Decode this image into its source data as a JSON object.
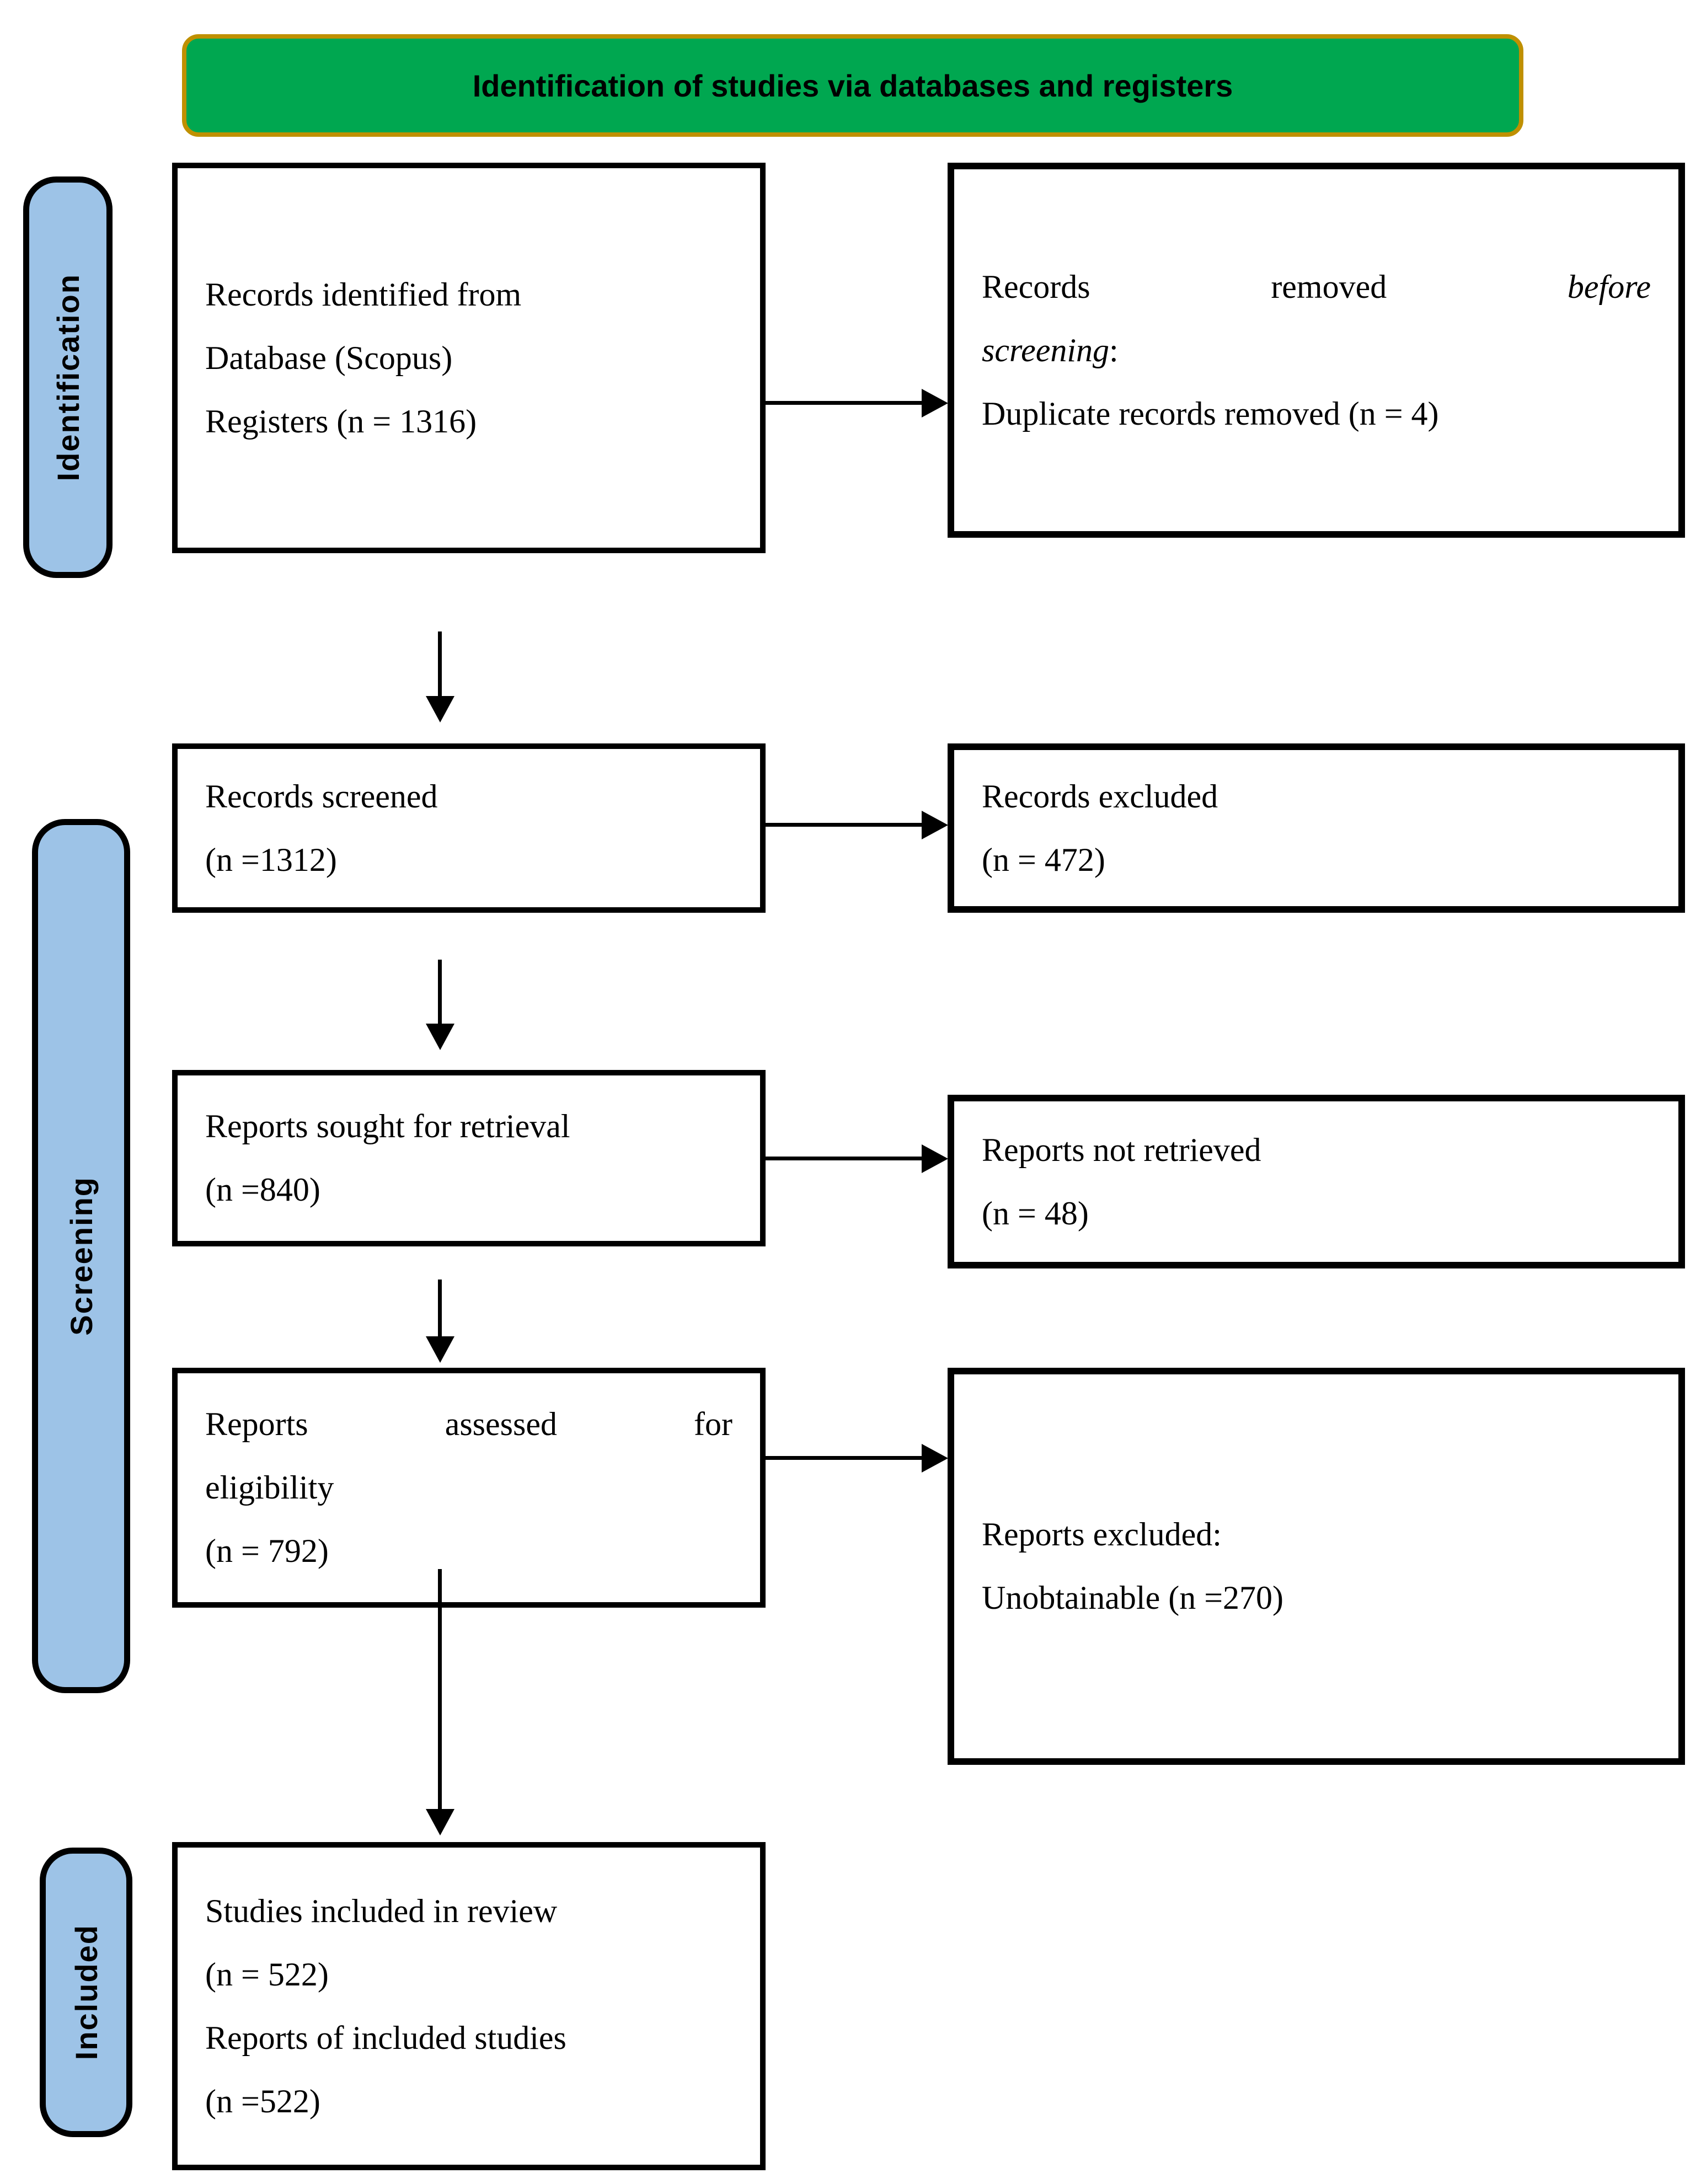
{
  "colors": {
    "banner_fill": "#00A750",
    "banner_border": "#BF9000",
    "stage_fill": "#9DC3E7",
    "ink": "#000000"
  },
  "banner": {
    "title": "Identification of studies via databases and registers"
  },
  "stages": {
    "identification": "Identification",
    "screening": "Screening",
    "included": "Included"
  },
  "boxes": {
    "records_identified": {
      "lines": [
        "Records identified from",
        "Database (Scopus)",
        "Registers (n = 1316)"
      ]
    },
    "records_removed": {
      "line1": {
        "w1": "Records",
        "w2": "removed",
        "w3": "before"
      },
      "line2": {
        "italic": "screening",
        "suffix": ":"
      },
      "line3": "Duplicate records removed (n = 4)"
    },
    "records_screened": {
      "lines": [
        "Records screened",
        "(n =1312)"
      ]
    },
    "records_excluded": {
      "lines": [
        "Records excluded",
        "(n = 472)"
      ]
    },
    "reports_sought": {
      "lines": [
        "Reports sought for retrieval",
        "(n =840)"
      ]
    },
    "reports_not_retrieved": {
      "lines": [
        "Reports not retrieved",
        "(n = 48)"
      ]
    },
    "reports_assessed": {
      "line1": {
        "w1": "Reports",
        "w2": "assessed",
        "w3": "for"
      },
      "line2": "eligibility",
      "line3": "(n = 792)"
    },
    "reports_excluded": {
      "lines": [
        "Reports excluded:",
        "Unobtainable (n =270)"
      ]
    },
    "studies_included": {
      "lines": [
        "Studies included in review",
        "(n = 522)",
        "Reports of included studies",
        "(n =522)"
      ]
    }
  }
}
